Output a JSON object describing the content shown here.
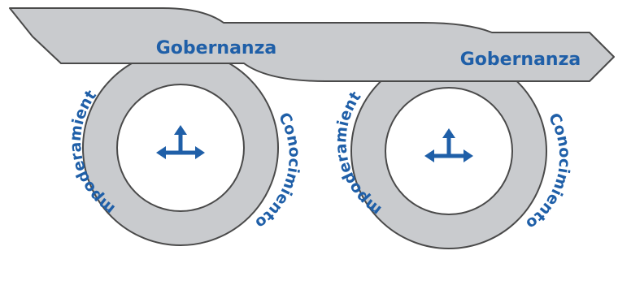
{
  "diagram": {
    "colors": {
      "band": "#c9cbce",
      "band_stroke": "#4a4a4a",
      "text": "#1f5fa8",
      "icon": "#1f5fa8",
      "inner": "#ffffff"
    },
    "loops": [
      {
        "top_label": "Gobernanza",
        "left_label": "Empoderamiento",
        "right_label": "Conocimiento",
        "center_icon": "three-way-arrows-icon"
      },
      {
        "top_label": "Gobernanza",
        "left_label": "Empoderamiento",
        "right_label": "Conocimiento",
        "center_icon": "three-way-arrows-icon"
      }
    ]
  }
}
